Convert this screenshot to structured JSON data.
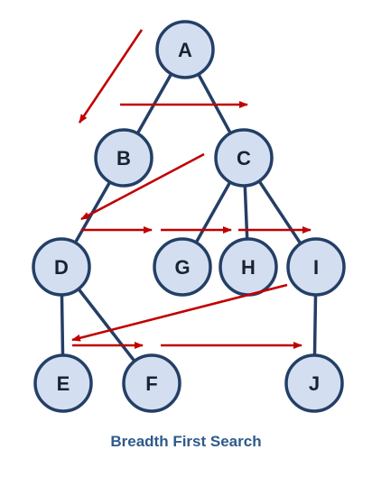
{
  "caption": "Breadth First Search",
  "colors": {
    "node_fill": "#d3dff1",
    "node_stroke": "#243f66",
    "edge": "#243f66",
    "arrow": "#c00000",
    "caption": "#2e5a8c"
  },
  "nodes": [
    {
      "id": "A",
      "label": "A"
    },
    {
      "id": "B",
      "label": "B"
    },
    {
      "id": "C",
      "label": "C"
    },
    {
      "id": "D",
      "label": "D"
    },
    {
      "id": "G",
      "label": "G"
    },
    {
      "id": "H",
      "label": "H"
    },
    {
      "id": "I",
      "label": "I"
    },
    {
      "id": "E",
      "label": "E"
    },
    {
      "id": "F",
      "label": "F"
    },
    {
      "id": "J",
      "label": "J"
    }
  ],
  "edges": [
    [
      "A",
      "B"
    ],
    [
      "A",
      "C"
    ],
    [
      "B",
      "D"
    ],
    [
      "C",
      "G"
    ],
    [
      "C",
      "H"
    ],
    [
      "C",
      "I"
    ],
    [
      "D",
      "E"
    ],
    [
      "D",
      "F"
    ],
    [
      "I",
      "J"
    ]
  ],
  "traversal_order": [
    "A",
    "B",
    "C",
    "D",
    "G",
    "H",
    "I",
    "E",
    "F",
    "J"
  ]
}
